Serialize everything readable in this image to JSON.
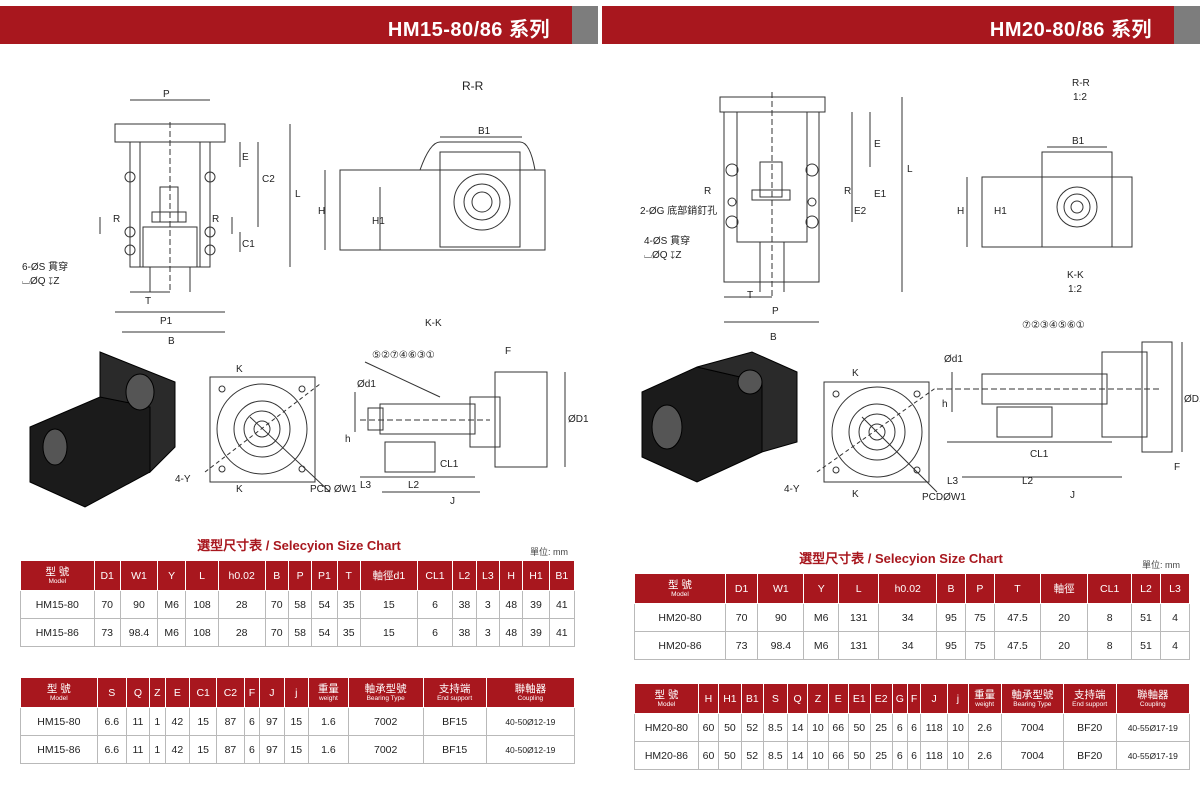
{
  "left": {
    "banner_title": "HM15-80/86 系列",
    "chart_title": "選型尺寸表 / Selecyion Size Chart",
    "unit": "單位: mm",
    "labels": {
      "rr": "R-R",
      "kk": "K-K",
      "p": "P",
      "p1": "P1",
      "b": "B",
      "b1": "B1",
      "h": "H",
      "h1": "H1",
      "l": "L",
      "c2": "C2",
      "c1": "C1",
      "e": "E",
      "t": "T",
      "r": "R",
      "hole": "6-ØS 貫穿",
      "hole2": "⌴ØQ ↧Z",
      "k": "K",
      "y": "4-Y",
      "pcd": "PCD ØW1",
      "d1": "ØD1",
      "d1s": "Ød1",
      "h_small": "h",
      "l3": "L3",
      "l2": "L2",
      "cl1": "CL1",
      "j": "J",
      "f": "F",
      "circles": "⑤②⑦④⑥③①"
    },
    "table1": {
      "headers": [
        {
          "main": "型 號",
          "sub": "Model"
        },
        {
          "main": "D1"
        },
        {
          "main": "W1"
        },
        {
          "main": "Y"
        },
        {
          "main": "L"
        },
        {
          "main": "h0.02"
        },
        {
          "main": "B"
        },
        {
          "main": "P"
        },
        {
          "main": "P1"
        },
        {
          "main": "T"
        },
        {
          "main": "軸徑d1"
        },
        {
          "main": "CL1"
        },
        {
          "main": "L2"
        },
        {
          "main": "L3"
        },
        {
          "main": "H"
        },
        {
          "main": "H1"
        },
        {
          "main": "B1"
        }
      ],
      "rows": [
        [
          "HM15-80",
          "70",
          "90",
          "M6",
          "108",
          "28",
          "70",
          "58",
          "54",
          "35",
          "15",
          "6",
          "38",
          "3",
          "48",
          "39",
          "41"
        ],
        [
          "HM15-86",
          "73",
          "98.4",
          "M6",
          "108",
          "28",
          "70",
          "58",
          "54",
          "35",
          "15",
          "6",
          "38",
          "3",
          "48",
          "39",
          "41"
        ]
      ]
    },
    "table2": {
      "headers": [
        {
          "main": "型 號",
          "sub": "Model"
        },
        {
          "main": "S"
        },
        {
          "main": "Q"
        },
        {
          "main": "Z"
        },
        {
          "main": "E"
        },
        {
          "main": "C1"
        },
        {
          "main": "C2"
        },
        {
          "main": "F"
        },
        {
          "main": "J"
        },
        {
          "main": "j"
        },
        {
          "main": "重量",
          "sub": "weight"
        },
        {
          "main": "軸承型號",
          "sub": "Bearing Type"
        },
        {
          "main": "支持端",
          "sub": "End support"
        },
        {
          "main": "聯軸器",
          "sub": "Coupling"
        }
      ],
      "rows": [
        [
          "HM15-80",
          "6.6",
          "11",
          "1",
          "42",
          "15",
          "87",
          "6",
          "97",
          "15",
          "1.6",
          "7002",
          "BF15",
          "40-50Ø12-19"
        ],
        [
          "HM15-86",
          "6.6",
          "11",
          "1",
          "42",
          "15",
          "87",
          "6",
          "97",
          "15",
          "1.6",
          "7002",
          "BF15",
          "40-50Ø12-19"
        ]
      ]
    }
  },
  "right": {
    "banner_title": "HM20-80/86 系列",
    "chart_title": "選型尺寸表 / Selecyion Size Chart",
    "unit": "單位: mm",
    "labels": {
      "rr": "R-R",
      "rr_scale": "1:2",
      "kk": "K-K",
      "kk_scale": "1:2",
      "p": "P",
      "b": "B",
      "b1": "B1",
      "h": "H",
      "h1": "H1",
      "l": "L",
      "e": "E",
      "e1": "E1",
      "e2": "E2",
      "t": "T",
      "r": "R",
      "hole_a": "2-ØG 底部銷釘孔",
      "hole_b": "4-ØS 貫穿",
      "hole_b2": "⌴ØQ ↧Z",
      "k": "K",
      "y": "4-Y",
      "pcd": "PCDØW1",
      "d1": "ØD1",
      "d1s": "Ød1",
      "h_small": "h",
      "l3": "L3",
      "l2": "L2",
      "cl1": "CL1",
      "j": "J",
      "f": "F",
      "circles": "⑦②③④⑤⑥①"
    },
    "table1": {
      "headers": [
        {
          "main": "型 號",
          "sub": "Model"
        },
        {
          "main": "D1"
        },
        {
          "main": "W1"
        },
        {
          "main": "Y"
        },
        {
          "main": "L"
        },
        {
          "main": "h0.02"
        },
        {
          "main": "B"
        },
        {
          "main": "P"
        },
        {
          "main": "T"
        },
        {
          "main": "軸徑"
        },
        {
          "main": "CL1"
        },
        {
          "main": "L2"
        },
        {
          "main": "L3"
        }
      ],
      "rows": [
        [
          "HM20-80",
          "70",
          "90",
          "M6",
          "131",
          "34",
          "95",
          "75",
          "47.5",
          "20",
          "8",
          "51",
          "4"
        ],
        [
          "HM20-86",
          "73",
          "98.4",
          "M6",
          "131",
          "34",
          "95",
          "75",
          "47.5",
          "20",
          "8",
          "51",
          "4"
        ]
      ]
    },
    "table2": {
      "headers": [
        {
          "main": "型 號",
          "sub": "Model"
        },
        {
          "main": "H"
        },
        {
          "main": "H1"
        },
        {
          "main": "B1"
        },
        {
          "main": "S"
        },
        {
          "main": "Q"
        },
        {
          "main": "Z"
        },
        {
          "main": "E"
        },
        {
          "main": "E1"
        },
        {
          "main": "E2"
        },
        {
          "main": "G"
        },
        {
          "main": "F"
        },
        {
          "main": "J"
        },
        {
          "main": "j"
        },
        {
          "main": "重量",
          "sub": "weight"
        },
        {
          "main": "軸承型號",
          "sub": "Bearing Type"
        },
        {
          "main": "支持端",
          "sub": "End support"
        },
        {
          "main": "聯軸器",
          "sub": "Coupling"
        }
      ],
      "rows": [
        [
          "HM20-80",
          "60",
          "50",
          "52",
          "8.5",
          "14",
          "10",
          "66",
          "50",
          "25",
          "6",
          "6",
          "118",
          "10",
          "2.6",
          "7004",
          "BF20",
          "40-55Ø17-19"
        ],
        [
          "HM20-86",
          "60",
          "50",
          "52",
          "8.5",
          "14",
          "10",
          "66",
          "50",
          "25",
          "6",
          "6",
          "118",
          "10",
          "2.6",
          "7004",
          "BF20",
          "40-55Ø17-19"
        ]
      ]
    }
  }
}
